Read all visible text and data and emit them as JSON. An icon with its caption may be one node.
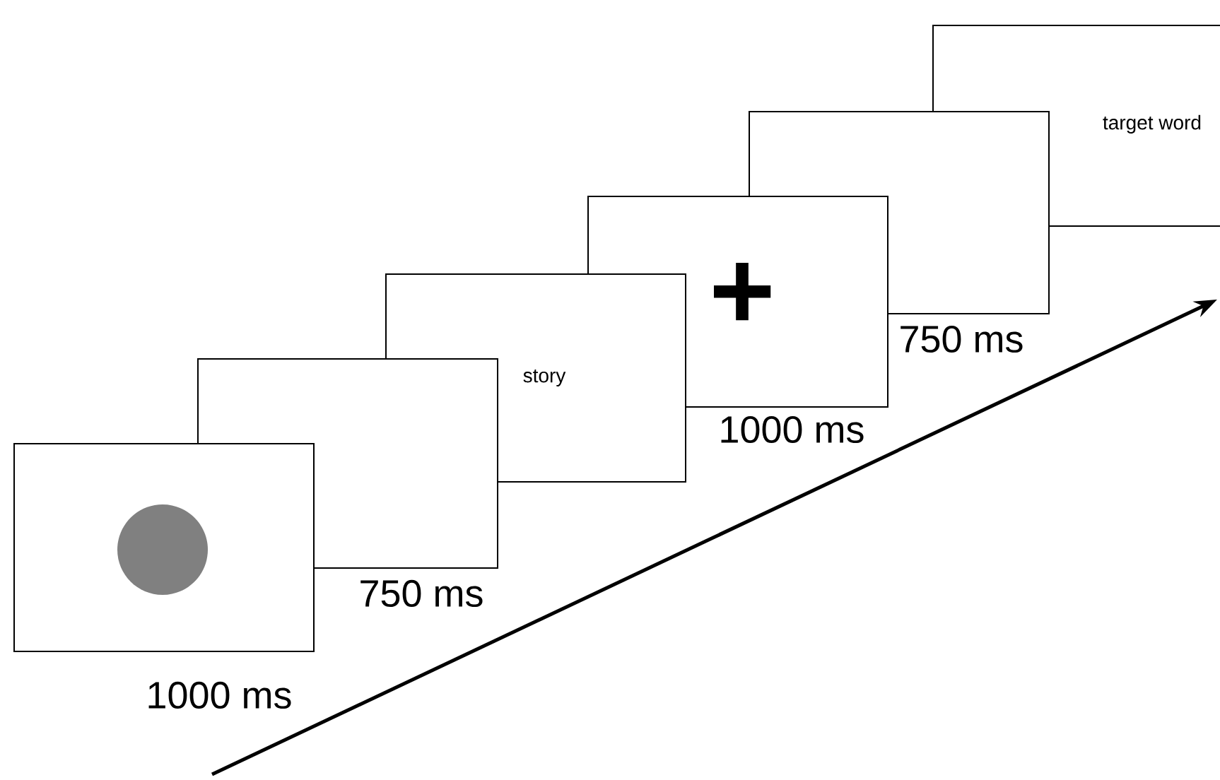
{
  "diagram": {
    "nodes": [
      {
        "text": [],
        "shape": "box",
        "beside": [
          "1000 ms"
        ]
      },
      {
        "text": [],
        "shape": "circle",
        "in": 0
      },
      {
        "text": [],
        "shape": "box",
        "beside": [
          "750 ms"
        ]
      },
      {
        "text": [
          "story"
        ]
      },
      {
        "text": [
          "+"
        ],
        "beside": [
          "1000 ms"
        ]
      },
      {
        "text": [],
        "shape": "box",
        "beside": [
          "750 ms"
        ]
      },
      {
        "text": [
          "target word"
        ]
      }
    ]
  }
}
